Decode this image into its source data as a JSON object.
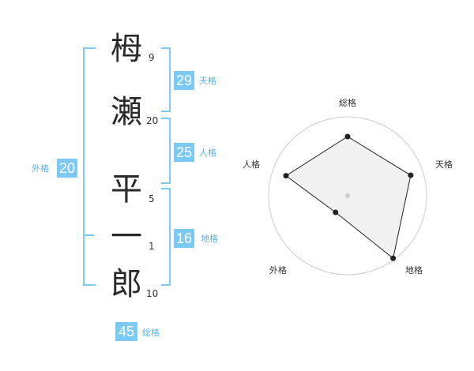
{
  "name": {
    "characters": [
      {
        "char": "栂",
        "strokes": "9"
      },
      {
        "char": "瀬",
        "strokes": "20"
      },
      {
        "char": "平",
        "strokes": "5"
      },
      {
        "char": "一",
        "strokes": "1"
      },
      {
        "char": "郎",
        "strokes": "10"
      }
    ]
  },
  "fortunes": {
    "ten": {
      "value": "29",
      "label": "天格"
    },
    "jin": {
      "value": "25",
      "label": "人格"
    },
    "chi": {
      "value": "16",
      "label": "地格"
    },
    "gai": {
      "value": "20",
      "label": "外格"
    },
    "sou": {
      "value": "45",
      "label": "総格"
    }
  },
  "colors": {
    "accent": "#7ccaf3",
    "accent_text": "#58b4ea",
    "radar_fill": "#eeeeee",
    "radar_ring": "#cccccc"
  },
  "chart_data": {
    "type": "radar",
    "axes": [
      "総格",
      "天格",
      "地格",
      "外格",
      "人格"
    ],
    "values": [
      0.75,
      0.84,
      0.98,
      0.26,
      0.82
    ],
    "rings": 5
  }
}
